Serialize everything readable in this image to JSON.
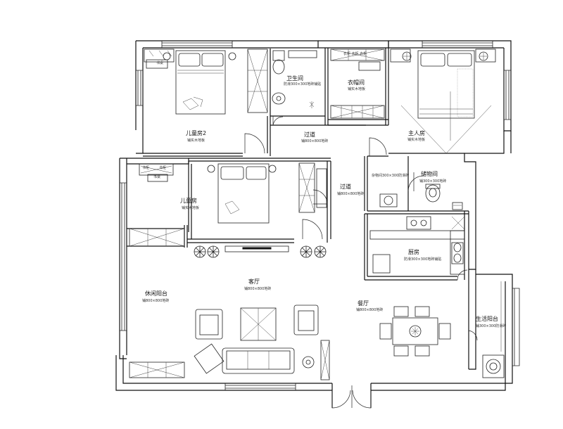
{
  "rooms": {
    "children_room_2": {
      "name": "儿童房2",
      "detail": "铺实木地板"
    },
    "bathroom": {
      "name": "卫生间",
      "detail": "防滑300×300地砖铺贴"
    },
    "cloakroom": {
      "name": "衣帽间",
      "detail": "铺实木地板"
    },
    "corridor": {
      "name": "过道",
      "detail": "铺800×800地砖"
    },
    "master_bedroom": {
      "name": "主人房",
      "detail": "铺实木地板"
    },
    "children_room_1": {
      "name": "儿童房",
      "detail": "铺实木地板"
    },
    "passage": {
      "name": "过道",
      "detail": "铺800×800地砖"
    },
    "storage": {
      "name": "储物间",
      "detail": "铺300×300地砖"
    },
    "pantry_label": "杂物间300×300防滑砖",
    "kitchen": {
      "name": "厨房",
      "detail": "防滑300×300地砖铺贴"
    },
    "living_room": {
      "name": "客厅",
      "detail": "铺800×800地砖"
    },
    "dining_room": {
      "name": "餐厅",
      "detail": "铺800×800地砖"
    },
    "leisure_balcony": {
      "name": "休闲阳台",
      "detail": "铺800×800地砖"
    },
    "service_balcony": {
      "name": "生活阳台",
      "detail": "铺300×300防滑砖"
    }
  },
  "fixture_labels": {
    "desk_children2": "书桌",
    "wardrobe_cloak": "衣柜 衣柜 衣柜",
    "desk_children1_a": "书桌",
    "desk_children1_b": "书柜",
    "desk_children1_c": "书柜"
  }
}
